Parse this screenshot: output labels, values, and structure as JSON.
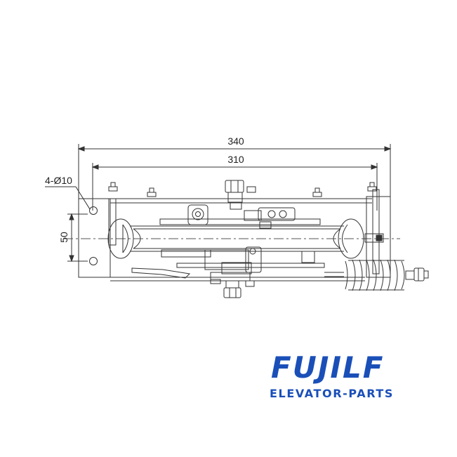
{
  "drawing": {
    "dim_overall": "340",
    "dim_centers": "310",
    "dim_holes": "4-Ø10",
    "dim_height": "50"
  },
  "brand": {
    "logo": "FUJILF",
    "tagline": "ELEVATOR-PARTS",
    "color": "#1a4fb8"
  }
}
